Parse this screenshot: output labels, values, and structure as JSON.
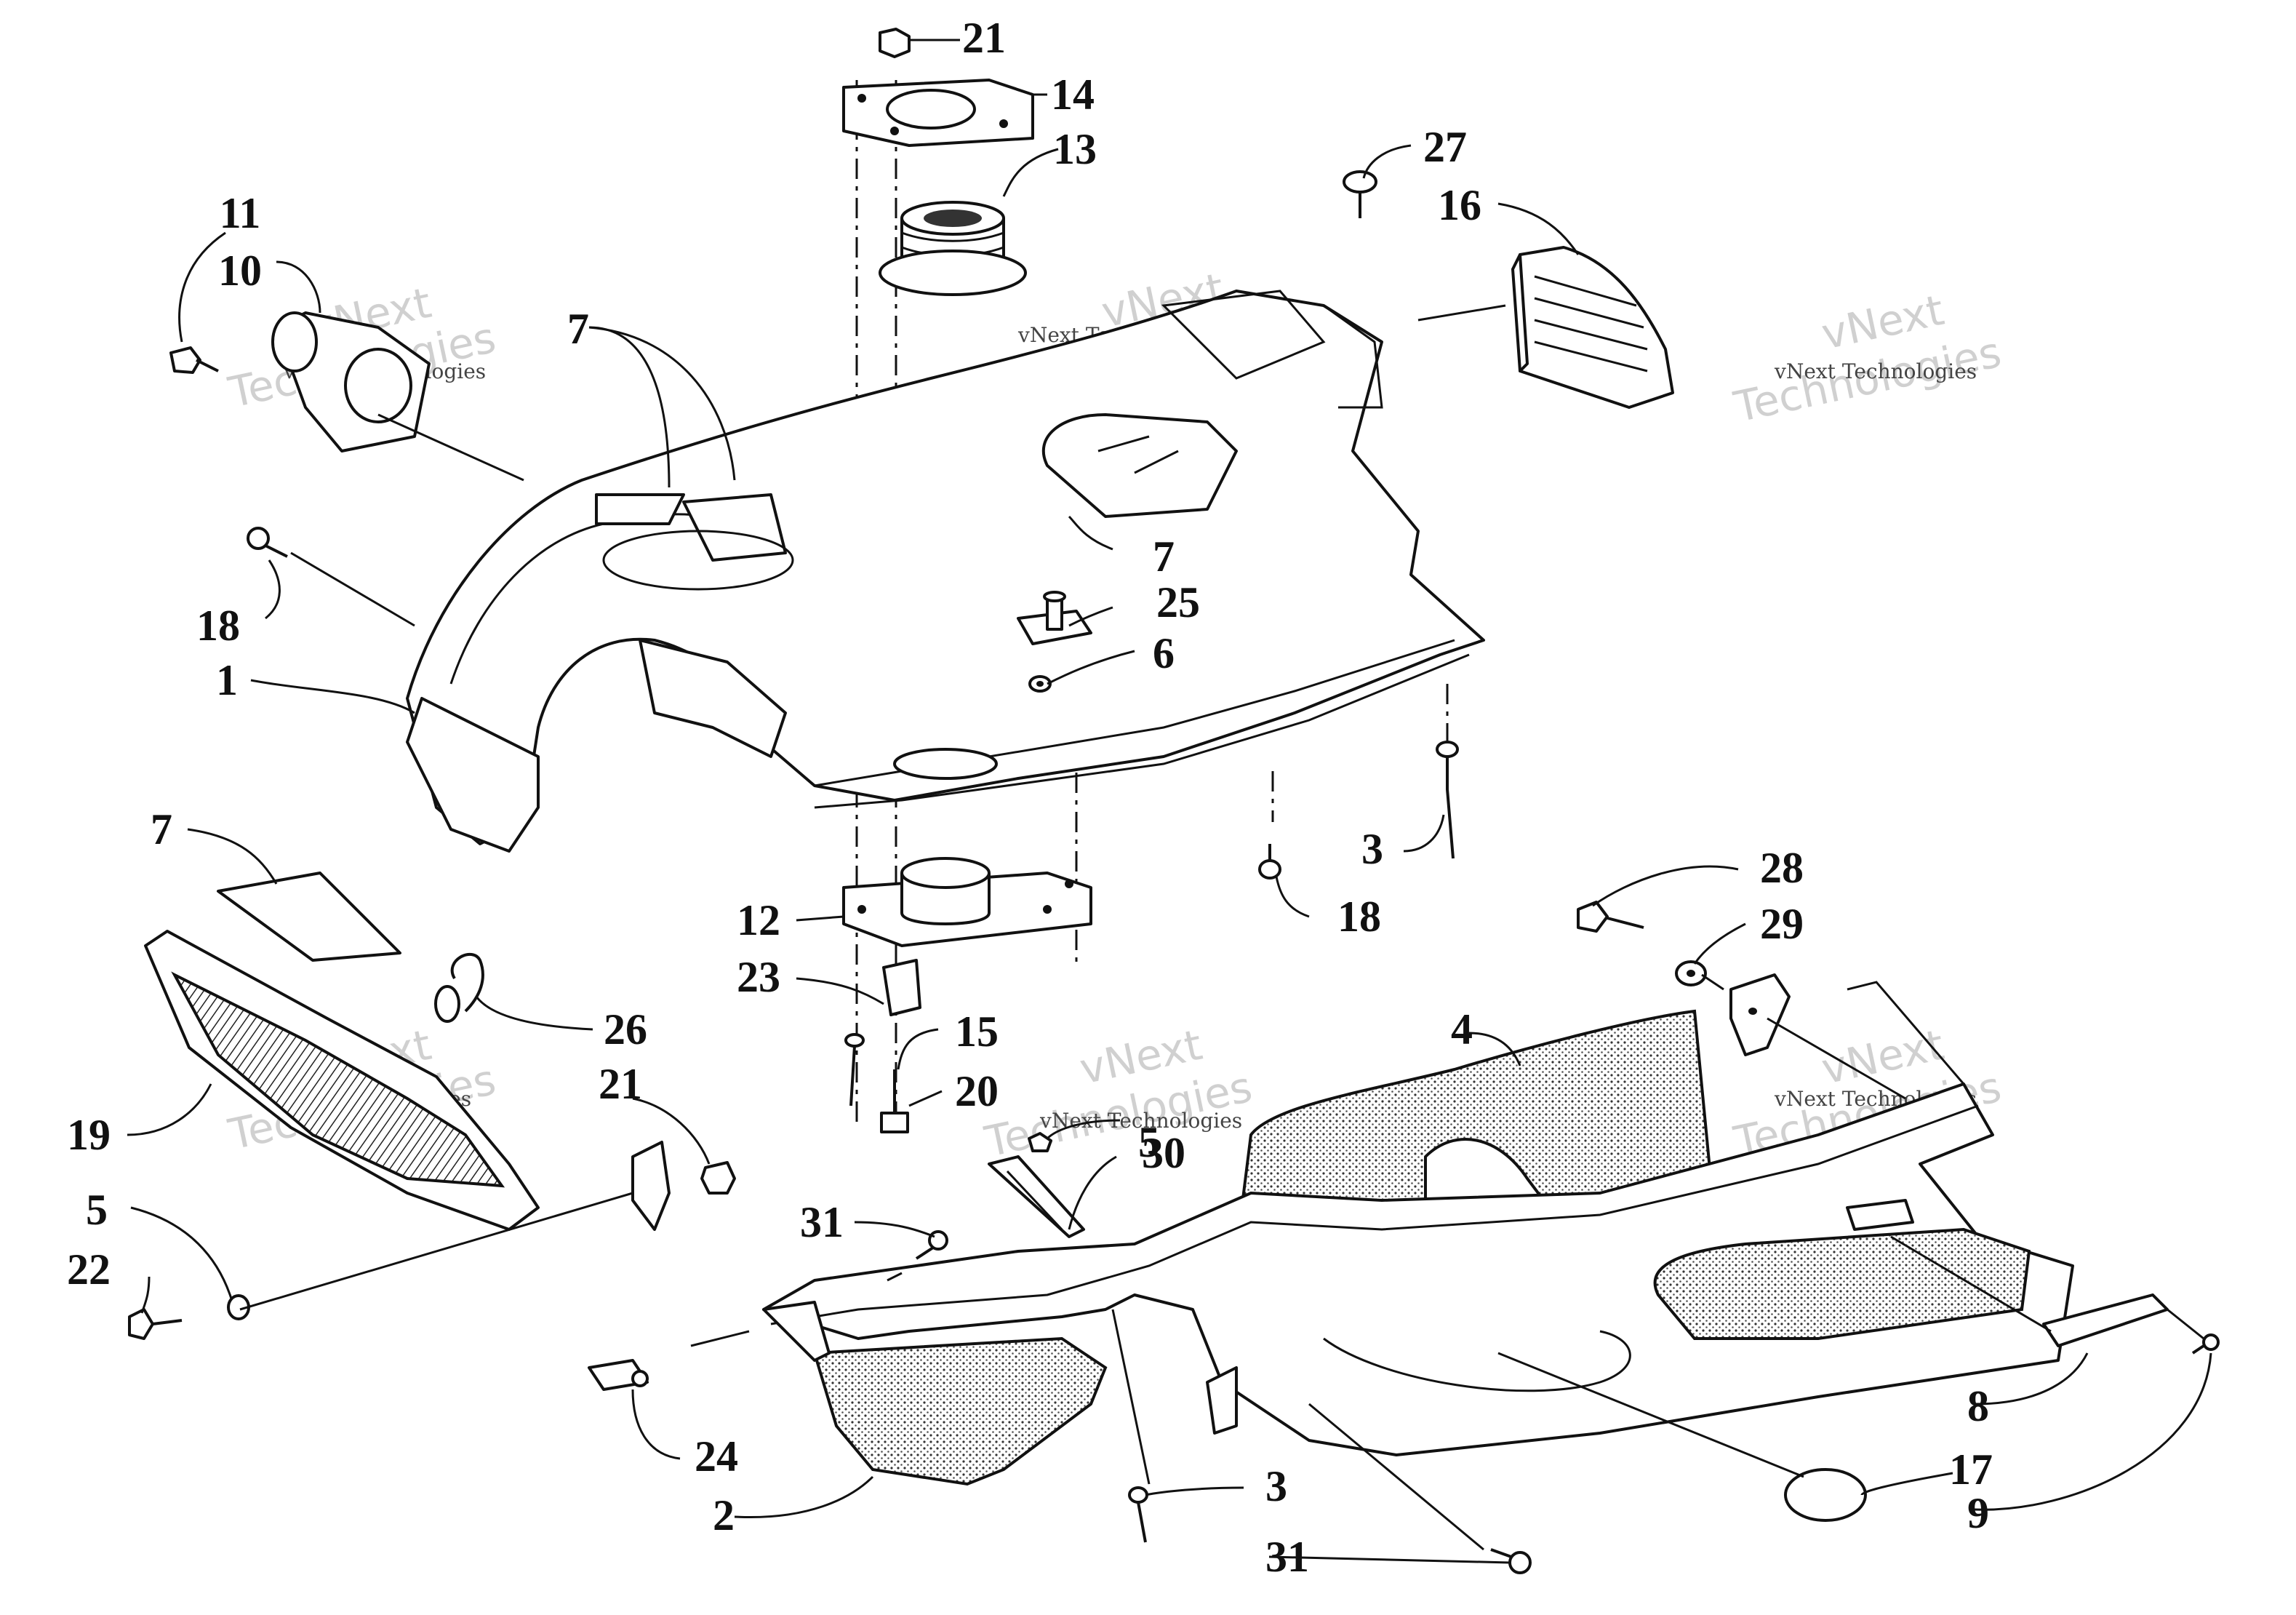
{
  "callouts": [
    {
      "id": "c21a",
      "label": "21"
    },
    {
      "id": "c14",
      "label": "14"
    },
    {
      "id": "c13",
      "label": "13"
    },
    {
      "id": "c27",
      "label": "27"
    },
    {
      "id": "c16",
      "label": "16"
    },
    {
      "id": "c11",
      "label": "11"
    },
    {
      "id": "c10",
      "label": "10"
    },
    {
      "id": "c7a",
      "label": "7"
    },
    {
      "id": "c7b",
      "label": "7"
    },
    {
      "id": "c18a",
      "label": "18"
    },
    {
      "id": "c1",
      "label": "1"
    },
    {
      "id": "c25",
      "label": "25"
    },
    {
      "id": "c6",
      "label": "6"
    },
    {
      "id": "c3a",
      "label": "3"
    },
    {
      "id": "c18b",
      "label": "18"
    },
    {
      "id": "c12",
      "label": "12"
    },
    {
      "id": "c23",
      "label": "23"
    },
    {
      "id": "c15",
      "label": "15"
    },
    {
      "id": "c20",
      "label": "20"
    },
    {
      "id": "c7c",
      "label": "7"
    },
    {
      "id": "c26",
      "label": "26"
    },
    {
      "id": "c21b",
      "label": "21"
    },
    {
      "id": "c19",
      "label": "19"
    },
    {
      "id": "c5a",
      "label": "5"
    },
    {
      "id": "c22",
      "label": "22"
    },
    {
      "id": "c28",
      "label": "28"
    },
    {
      "id": "c29",
      "label": "29"
    },
    {
      "id": "c4",
      "label": "4"
    },
    {
      "id": "c5b",
      "label": "5"
    },
    {
      "id": "c31a",
      "label": "31"
    },
    {
      "id": "c30",
      "label": "30"
    },
    {
      "id": "c24",
      "label": "24"
    },
    {
      "id": "c2",
      "label": "2"
    },
    {
      "id": "c3b",
      "label": "3"
    },
    {
      "id": "c31b",
      "label": "31"
    },
    {
      "id": "c8",
      "label": "8"
    },
    {
      "id": "c17",
      "label": "17"
    },
    {
      "id": "c9",
      "label": "9"
    }
  ],
  "watermark": {
    "company": "vNext Technologies",
    "word1": "vNext",
    "word2": "Technologies"
  }
}
